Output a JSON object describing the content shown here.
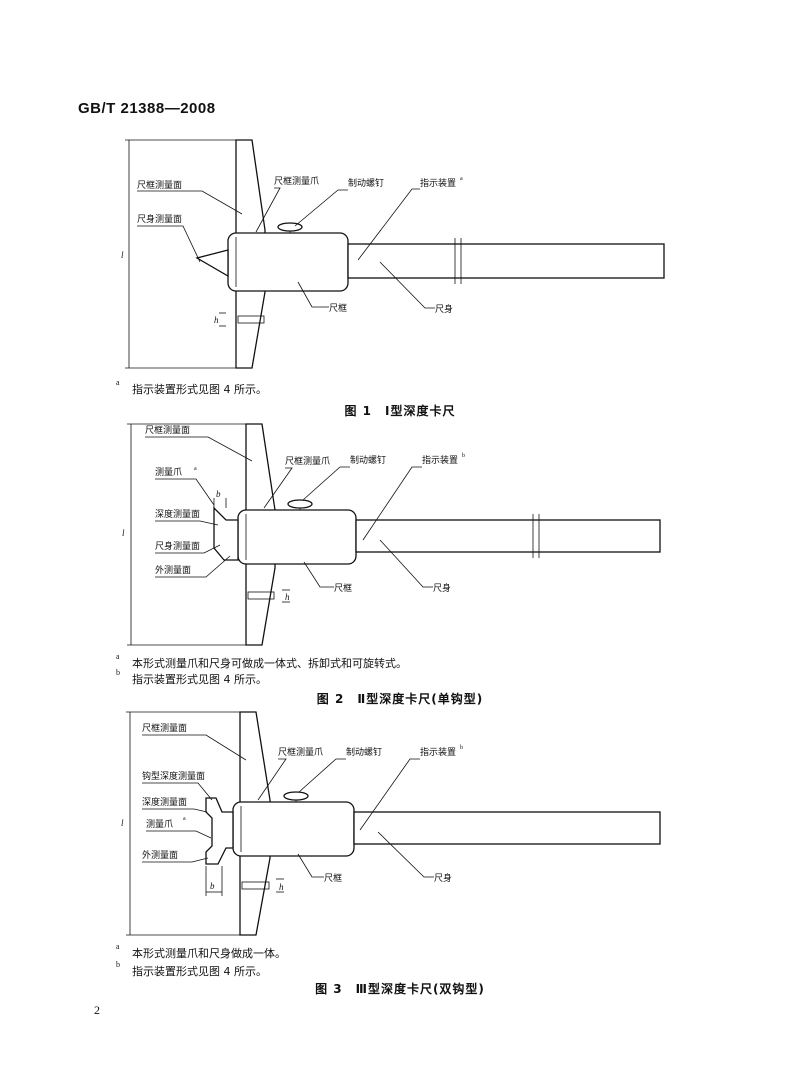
{
  "header": {
    "standard_code": "GB/T 21388—2008"
  },
  "figures": [
    {
      "labels": {
        "frame_face": "尺框测量面",
        "body_face": "尺身测量面",
        "frame_jaw": "尺框测量爪",
        "screw": "制动螺钉",
        "indicator": "指示装置",
        "indicator_mark": "a",
        "frame": "尺框",
        "body": "尺身",
        "dim_l": "l",
        "dim_h": "h"
      },
      "notes": [
        {
          "mark": "a",
          "text": "指示装置形式见图 4 所示。"
        }
      ],
      "caption": "图 1　Ⅰ型深度卡尺"
    },
    {
      "labels": {
        "frame_face": "尺框测量面",
        "jaw": "测量爪",
        "jaw_mark": "a",
        "depth_face": "深度测量面",
        "body_face": "尺身测量面",
        "outer_face": "外测量面",
        "frame_jaw": "尺框测量爪",
        "screw": "制动螺钉",
        "indicator": "指示装置",
        "indicator_mark": "b",
        "frame": "尺框",
        "body": "尺身",
        "dim_l": "l",
        "dim_h": "h",
        "dim_b": "b"
      },
      "notes": [
        {
          "mark": "a",
          "text": "本形式测量爪和尺身可做成一体式、拆卸式和可旋转式。"
        },
        {
          "mark": "b",
          "text": "指示装置形式见图 4 所示。"
        }
      ],
      "caption": "图 2　Ⅱ型深度卡尺(单钩型)"
    },
    {
      "labels": {
        "frame_face": "尺框测量面",
        "hook_face": "钩型深度测量面",
        "depth_face": "深度测量面",
        "jaw": "测量爪",
        "jaw_mark": "a",
        "outer_face": "外测量面",
        "frame_jaw": "尺框测量爪",
        "screw": "制动螺钉",
        "indicator": "指示装置",
        "indicator_mark": "b",
        "frame": "尺框",
        "body": "尺身",
        "dim_l": "l",
        "dim_h": "h",
        "dim_b": "b"
      },
      "notes": [
        {
          "mark": "a",
          "text": "本形式测量爪和尺身做成一体。"
        },
        {
          "mark": "b",
          "text": "指示装置形式见图 4 所示。"
        }
      ],
      "caption": "图 3　Ⅲ型深度卡尺(双钩型)"
    }
  ],
  "footer": {
    "page_number": "2"
  }
}
